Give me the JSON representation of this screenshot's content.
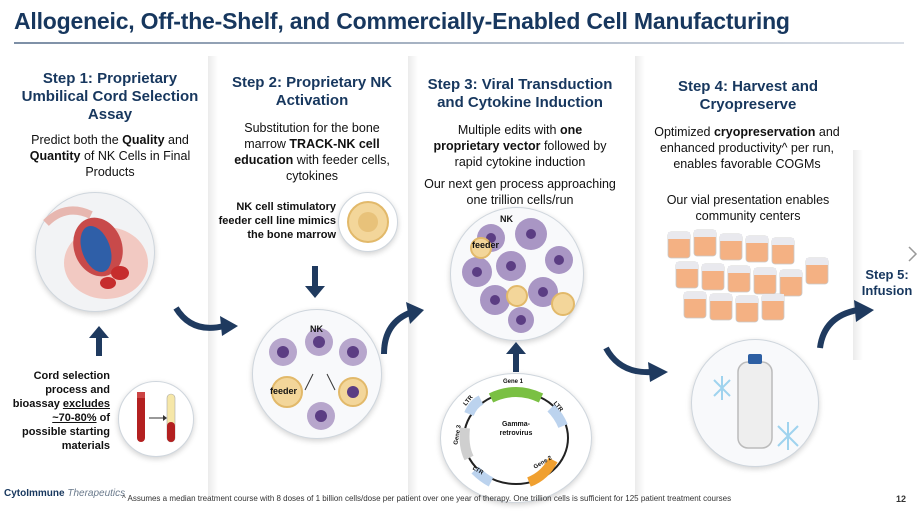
{
  "header": {
    "title": "Allogeneic, Off-the-Shelf, and Commercially-Enabled Cell Manufacturing"
  },
  "step1": {
    "title": "Step 1: Proprietary Umbilical Cord Selection Assay",
    "desc_a": "Predict both the ",
    "desc_b": "Quality",
    "desc_c": " and ",
    "desc_d": "Quantity",
    "desc_e": " of NK Cells in Final Products",
    "note_a": "Cord selection process and bioassay ",
    "note_b": "excludes ~70-80%",
    "note_c": " of possible starting materials"
  },
  "step2": {
    "title": "Step 2: Proprietary NK Activation",
    "desc_a": "Substitution for the bone marrow ",
    "desc_b": "TRACK-NK cell education",
    "desc_c": " with feeder cells, cytokines",
    "note": "NK cell stimulatory feeder cell line mimics the bone marrow",
    "label_nk": "NK",
    "label_feeder": "feeder"
  },
  "step3": {
    "title": "Step 3: Viral Transduction and Cytokine Induction",
    "desc_a": "Multiple edits with ",
    "desc_b": "one proprietary vector",
    "desc_c": " followed by rapid cytokine induction",
    "desc2": "Our next gen process approaching one trillion cells/run",
    "label_nk": "NK",
    "label_feeder": "feeder",
    "vector": {
      "center": "Gamma-\nretrovirus",
      "gene1": "Gene 1",
      "gene2": "Gene 2",
      "gene3": "Gene 3",
      "ltr": "LTR"
    }
  },
  "step4": {
    "title": "Step 4: Harvest and Cryopreserve",
    "desc_a": "Optimized ",
    "desc_b": "cryopreservation",
    "desc_c": " and enhanced productivity^ per run, enables favorable COGMs",
    "desc2": "Our vial presentation enables community centers"
  },
  "step5": {
    "title": "Step 5: Infusion"
  },
  "footer": {
    "note": "^ Assumes a median treatment course with 8 doses of 1 billion cells/dose per patient over one year of therapy.  One trillion cells is sufficient for 125 patient treatment courses",
    "page": "12",
    "logo_a": "CytoImmune",
    "logo_b": "Therapeutics"
  },
  "colors": {
    "title": "#17375e",
    "arrow": "#1f3a5f",
    "vial_cap": "#f4b183",
    "nk": "#9f8fb8",
    "feeder": "#f3d69a"
  }
}
